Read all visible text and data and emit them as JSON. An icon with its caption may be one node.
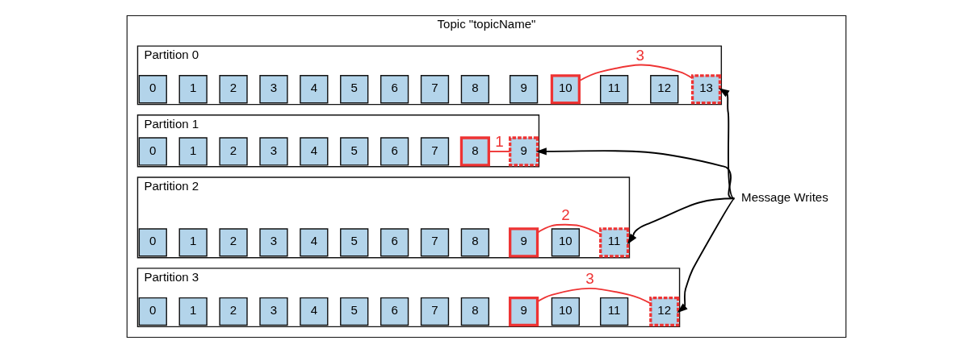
{
  "diagram": {
    "nodes": [
      {
        "text": [
          "Topic \"topicName\""
        ]
      },
      {
        "text": [
          "Partition 0"
        ],
        "in": 0
      },
      {
        "text": [
          "0"
        ],
        "in": 1
      },
      {
        "text": [
          "1"
        ],
        "in": 1
      },
      {
        "text": [
          "2"
        ],
        "in": 1
      },
      {
        "text": [
          "3"
        ],
        "in": 1
      },
      {
        "text": [
          "4"
        ],
        "in": 1
      },
      {
        "text": [
          "5"
        ],
        "in": 1
      },
      {
        "text": [
          "6"
        ],
        "in": 1
      },
      {
        "text": [
          "7"
        ],
        "in": 1
      },
      {
        "text": [
          "8"
        ],
        "in": 1
      },
      {
        "text": [
          "9"
        ],
        "in": 1
      },
      {
        "text": [
          "10"
        ],
        "in": 1
      },
      {
        "text": [
          "11"
        ],
        "in": 1
      },
      {
        "text": [
          "12"
        ],
        "in": 1
      },
      {
        "text": [
          "13"
        ],
        "in": 1
      },
      {
        "text": [
          "Partition 1"
        ],
        "in": 0
      },
      {
        "text": [
          "0"
        ],
        "in": 16
      },
      {
        "text": [
          "1"
        ],
        "in": 16
      },
      {
        "text": [
          "2"
        ],
        "in": 16
      },
      {
        "text": [
          "3"
        ],
        "in": 16
      },
      {
        "text": [
          "4"
        ],
        "in": 16
      },
      {
        "text": [
          "5"
        ],
        "in": 16
      },
      {
        "text": [
          "6"
        ],
        "in": 16
      },
      {
        "text": [
          "7"
        ],
        "in": 16
      },
      {
        "text": [
          "8"
        ],
        "in": 16
      },
      {
        "text": [
          "9"
        ],
        "in": 16
      },
      {
        "text": [
          "Partition 2"
        ],
        "in": 0
      },
      {
        "text": [
          "0"
        ],
        "in": 27
      },
      {
        "text": [
          "1"
        ],
        "in": 27
      },
      {
        "text": [
          "2"
        ],
        "in": 27
      },
      {
        "text": [
          "3"
        ],
        "in": 27
      },
      {
        "text": [
          "4"
        ],
        "in": 27
      },
      {
        "text": [
          "5"
        ],
        "in": 27
      },
      {
        "text": [
          "6"
        ],
        "in": 27
      },
      {
        "text": [
          "7"
        ],
        "in": 27
      },
      {
        "text": [
          "8"
        ],
        "in": 27
      },
      {
        "text": [
          "9"
        ],
        "in": 27
      },
      {
        "text": [
          "10"
        ],
        "in": 27
      },
      {
        "text": [
          "11"
        ],
        "in": 27
      },
      {
        "text": [
          "Partition 3"
        ],
        "in": 0
      },
      {
        "text": [
          "0"
        ],
        "in": 40
      },
      {
        "text": [
          "1"
        ],
        "in": 40
      },
      {
        "text": [
          "2"
        ],
        "in": 40
      },
      {
        "text": [
          "3"
        ],
        "in": 40
      },
      {
        "text": [
          "4"
        ],
        "in": 40
      },
      {
        "text": [
          "5"
        ],
        "in": 40
      },
      {
        "text": [
          "6"
        ],
        "in": 40
      },
      {
        "text": [
          "7"
        ],
        "in": 40
      },
      {
        "text": [
          "8"
        ],
        "in": 40
      },
      {
        "text": [
          "9"
        ],
        "in": 40
      },
      {
        "text": [
          "10"
        ],
        "in": 40
      },
      {
        "text": [
          "11"
        ],
        "in": 40
      },
      {
        "text": [
          "12"
        ],
        "in": 40
      },
      {
        "text": [
          "Message Writes"
        ],
        "in": 0
      }
    ],
    "edges": [
      {
        "from": 54,
        "to": 15,
        "arrow": "to"
      },
      {
        "from": 54,
        "to": 26,
        "arrow": "to"
      },
      {
        "from": 54,
        "to": 39,
        "arrow": "to"
      },
      {
        "from": 54,
        "to": 53,
        "arrow": "to"
      },
      {
        "from": 12,
        "to": 15,
        "arrow": "none",
        "label": "3",
        "color": "#ee3333"
      },
      {
        "from": 25,
        "to": 26,
        "arrow": "none",
        "label": "1",
        "color": "#ee3333"
      },
      {
        "from": 37,
        "to": 39,
        "arrow": "none",
        "label": "2",
        "color": "#ee3333"
      },
      {
        "from": 50,
        "to": 53,
        "arrow": "none",
        "label": "3",
        "color": "#ee3333"
      }
    ]
  }
}
